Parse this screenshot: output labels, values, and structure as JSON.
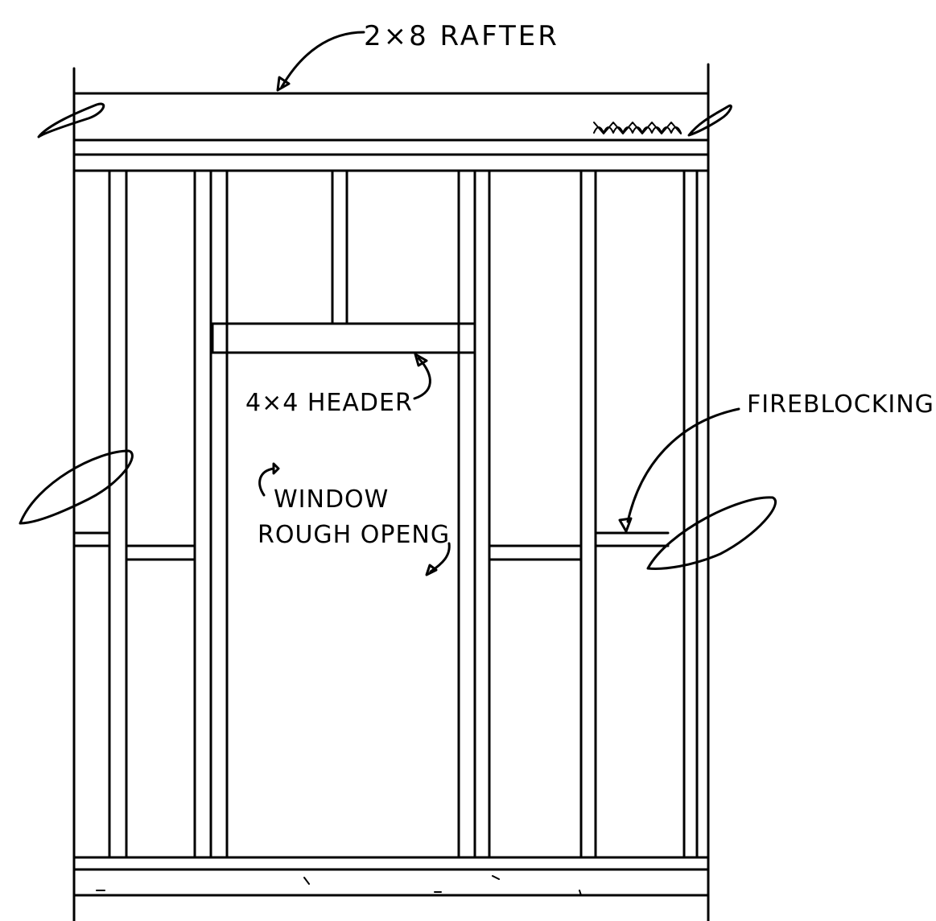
{
  "labels": {
    "rafter": "2×8 RAFTER",
    "header": "4×4 HEADER",
    "fireblocking": "FIREBLOCKING",
    "window_line1": "WINDOW",
    "window_line2": "ROUGH OPENG"
  }
}
